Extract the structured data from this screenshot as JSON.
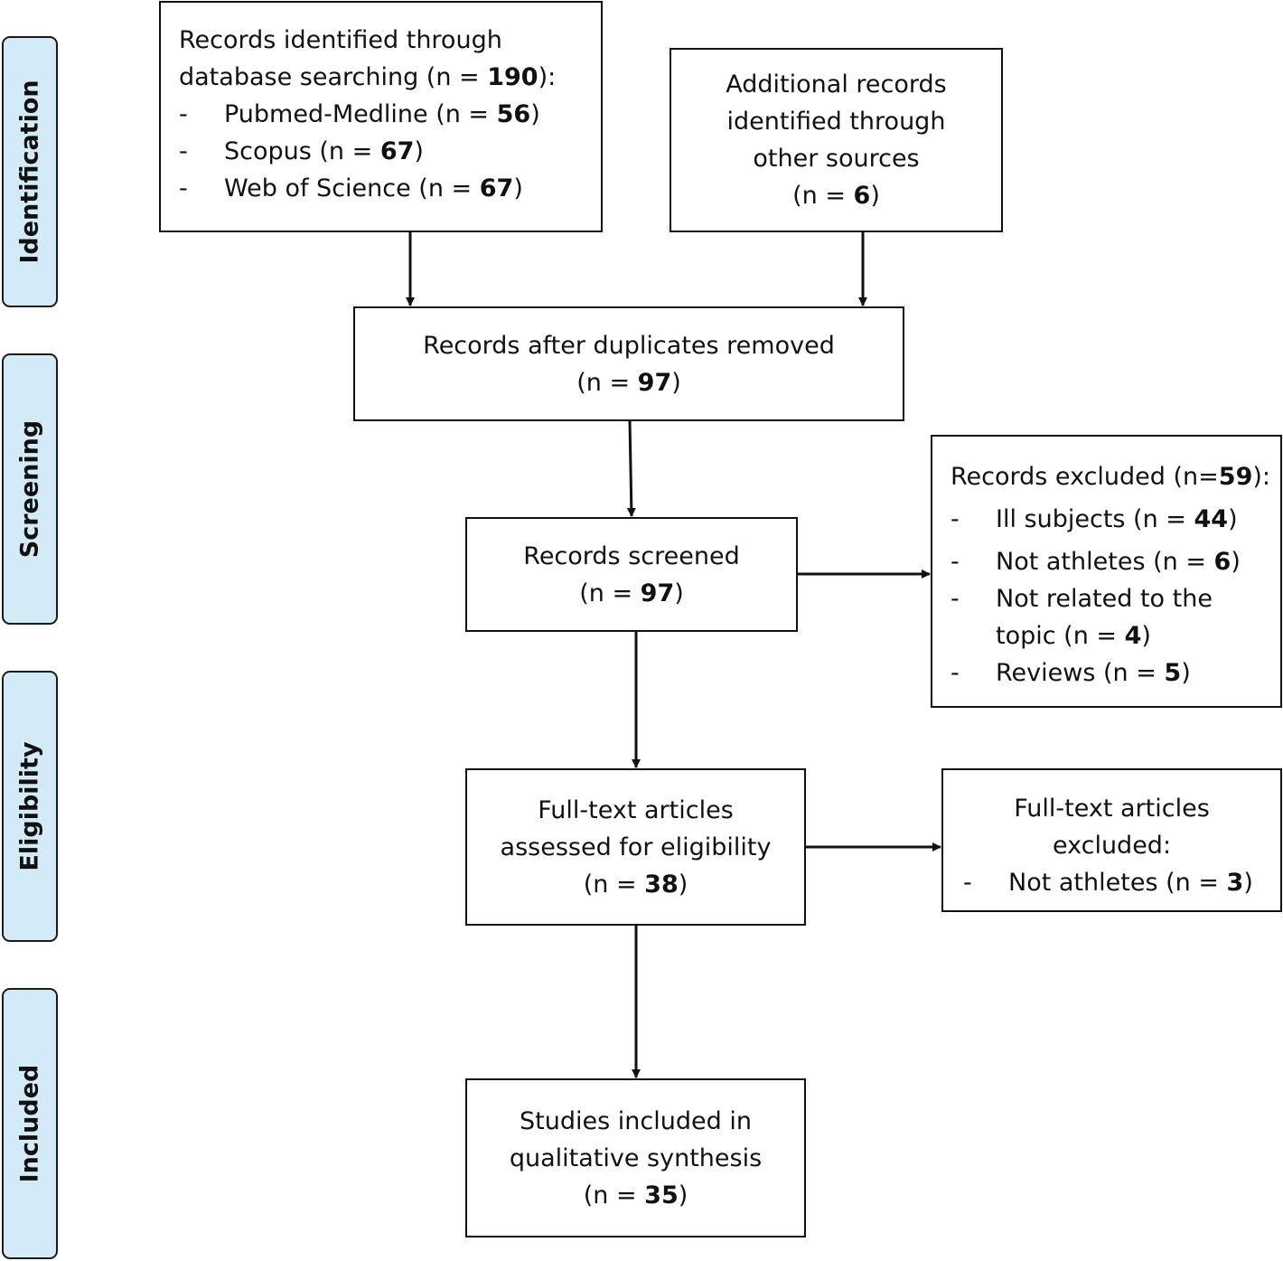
{
  "phases": {
    "identification": "Identification",
    "screening": "Screening",
    "eligibility": "Eligibility",
    "included": "Included"
  },
  "database_box": {
    "line1": "Records identified through",
    "line2_prefix": "database searching (n = ",
    "line2_value": "190",
    "line2_suffix": "):",
    "items": [
      {
        "dash": "-",
        "label": "Pubmed-Medline (n = ",
        "value": "56",
        "close": ")"
      },
      {
        "dash": "-",
        "label": "Scopus (n = ",
        "value": "67",
        "close": ")"
      },
      {
        "dash": "-",
        "label": "Web of Science (n = ",
        "value": "67",
        "close": ")"
      }
    ]
  },
  "other_sources_box": {
    "line1": "Additional records",
    "line2": "identified through",
    "line3": "other sources",
    "count_prefix": "(n = ",
    "count_value": "6",
    "count_suffix": ")"
  },
  "duplicates_box": {
    "line1": "Records after duplicates removed",
    "count_prefix": "(n = ",
    "count_value": "97",
    "count_suffix": ")"
  },
  "screened_box": {
    "line1": "Records screened",
    "count_prefix": "(n = ",
    "count_value": "97",
    "count_suffix": ")"
  },
  "excluded_box": {
    "title_prefix": "Records excluded (n=",
    "title_value": "59",
    "title_suffix": "):",
    "items": [
      {
        "dash": "-",
        "label": "Ill subjects (n = ",
        "value": "44",
        "close": ")"
      },
      {
        "dash": "-",
        "label": "Not athletes (n = ",
        "value": "6",
        "close": ")"
      },
      {
        "dash": "-",
        "label": "Not related to the",
        "value": "",
        "close": ""
      },
      {
        "dash": "",
        "label": "topic (n = ",
        "value": "4",
        "close": ")"
      },
      {
        "dash": "-",
        "label": "Reviews (n = ",
        "value": "5",
        "close": ")"
      }
    ]
  },
  "fulltext_box": {
    "line1": "Full-text articles",
    "line2": "assessed for eligibility",
    "count_prefix": "(n = ",
    "count_value": "38",
    "count_suffix": ")"
  },
  "fulltext_excluded_box": {
    "line1": "Full-text articles",
    "line2": "excluded:",
    "item_dash": "-",
    "item_label": "Not athletes (n = ",
    "item_value": "3",
    "item_close": ")"
  },
  "included_box": {
    "line1": "Studies included in",
    "line2": "qualitative synthesis",
    "count_prefix": "(n = ",
    "count_value": "35",
    "count_suffix": ")"
  }
}
